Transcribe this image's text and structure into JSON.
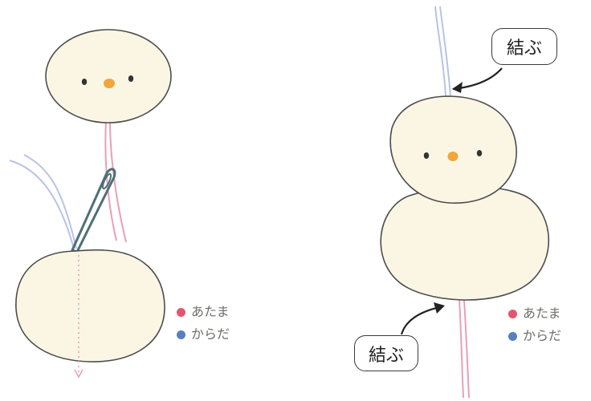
{
  "left_figure": {
    "legend": [
      {
        "label": "あたま",
        "color": "#e35670"
      },
      {
        "label": "からだ",
        "color": "#5a7fbf"
      }
    ]
  },
  "right_figure": {
    "callouts": {
      "top": "結ぶ",
      "bottom": "結ぶ"
    },
    "legend": [
      {
        "label": "あたま",
        "color": "#e35670"
      },
      {
        "label": "からだ",
        "color": "#5a7fbf"
      }
    ]
  },
  "colors": {
    "body_fill": "#fbf6e4",
    "outline": "#4d4d4d",
    "pink_thread": "#e8a0b6",
    "blue_thread": "#b9c2e8",
    "needle": "#4f6f78",
    "beak": "#f0a63a",
    "eye": "#333333"
  }
}
